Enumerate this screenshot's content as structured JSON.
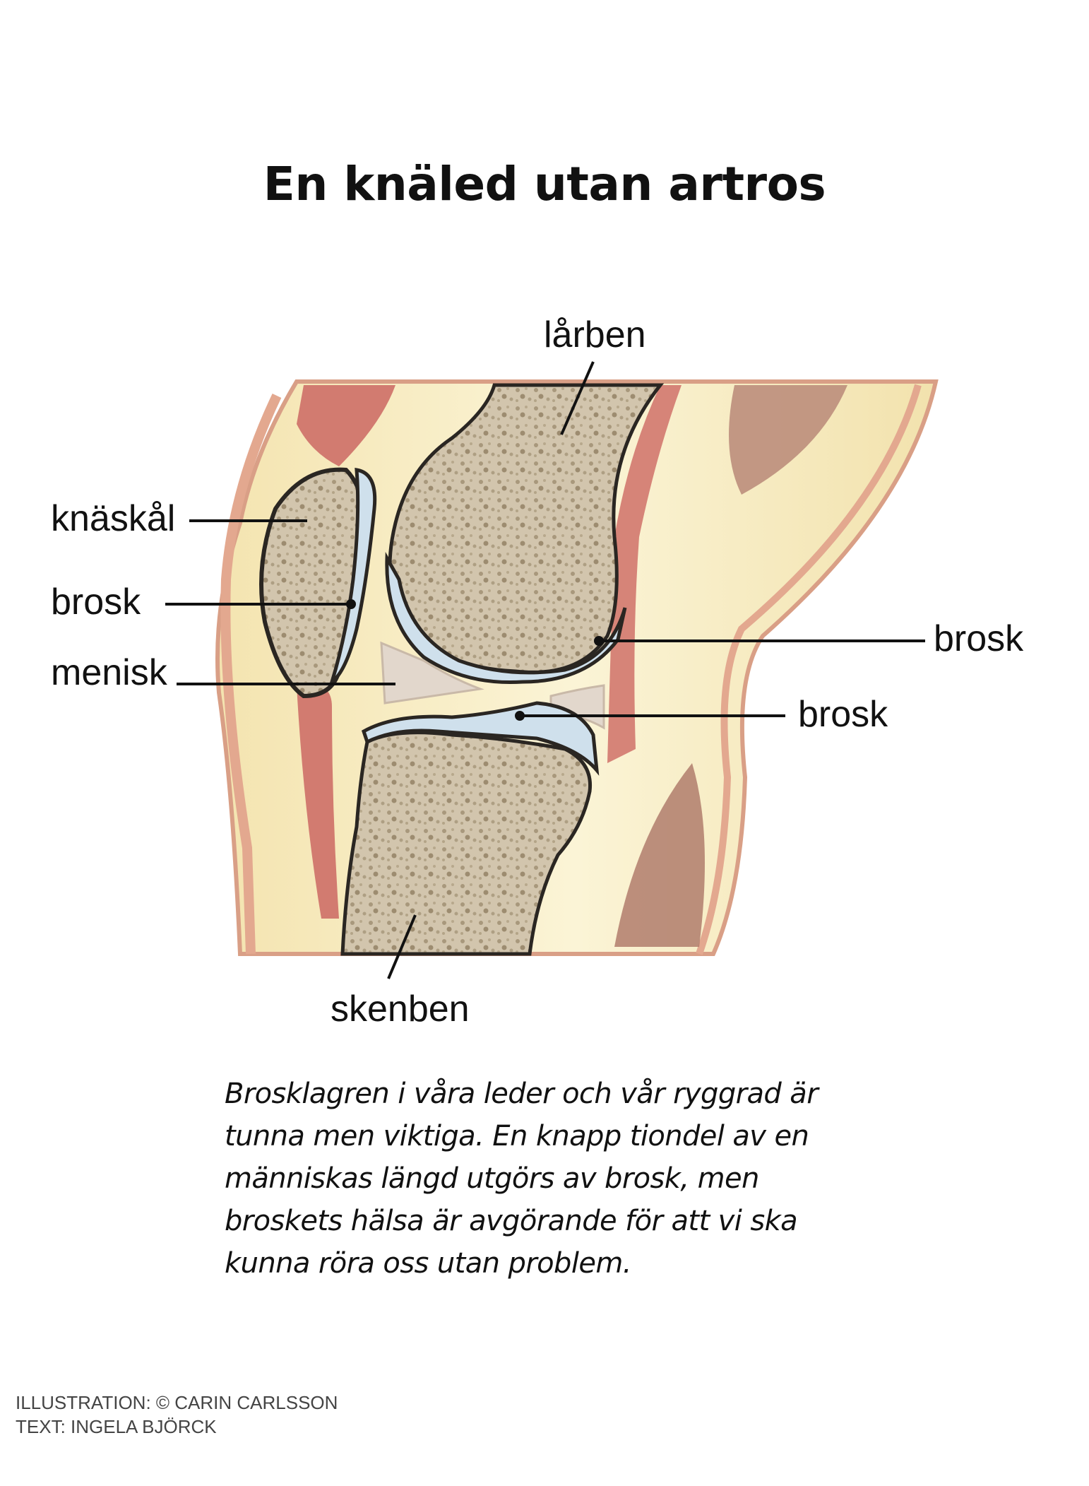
{
  "title": "En knäled utan artros",
  "labels": {
    "femur": "lårben",
    "patella": "knäskål",
    "cartilage_patella": "brosk",
    "meniscus": "menisk",
    "cartilage_femur": "brosk",
    "cartilage_tibia": "brosk",
    "tibia": "skenben"
  },
  "caption_lines": [
    "Brosklagren i våra leder och vår ryggrad är",
    "tunna men viktiga. En knapp tiondel av en",
    "människas längd utgörs av brosk, men",
    "broskets hälsa är avgörande för att vi ska",
    "kunna röra oss utan problem."
  ],
  "credits": {
    "illustration": "ILLUSTRATION: © CARIN CARLSSON",
    "text": "TEXT: INGELA BJÖRCK"
  },
  "colors": {
    "bone": "#cdbfa8",
    "cartilage": "#cfe0ec",
    "muscle": "#d27b70",
    "fat": "#f7edc2",
    "skin": "#e9b49c"
  }
}
